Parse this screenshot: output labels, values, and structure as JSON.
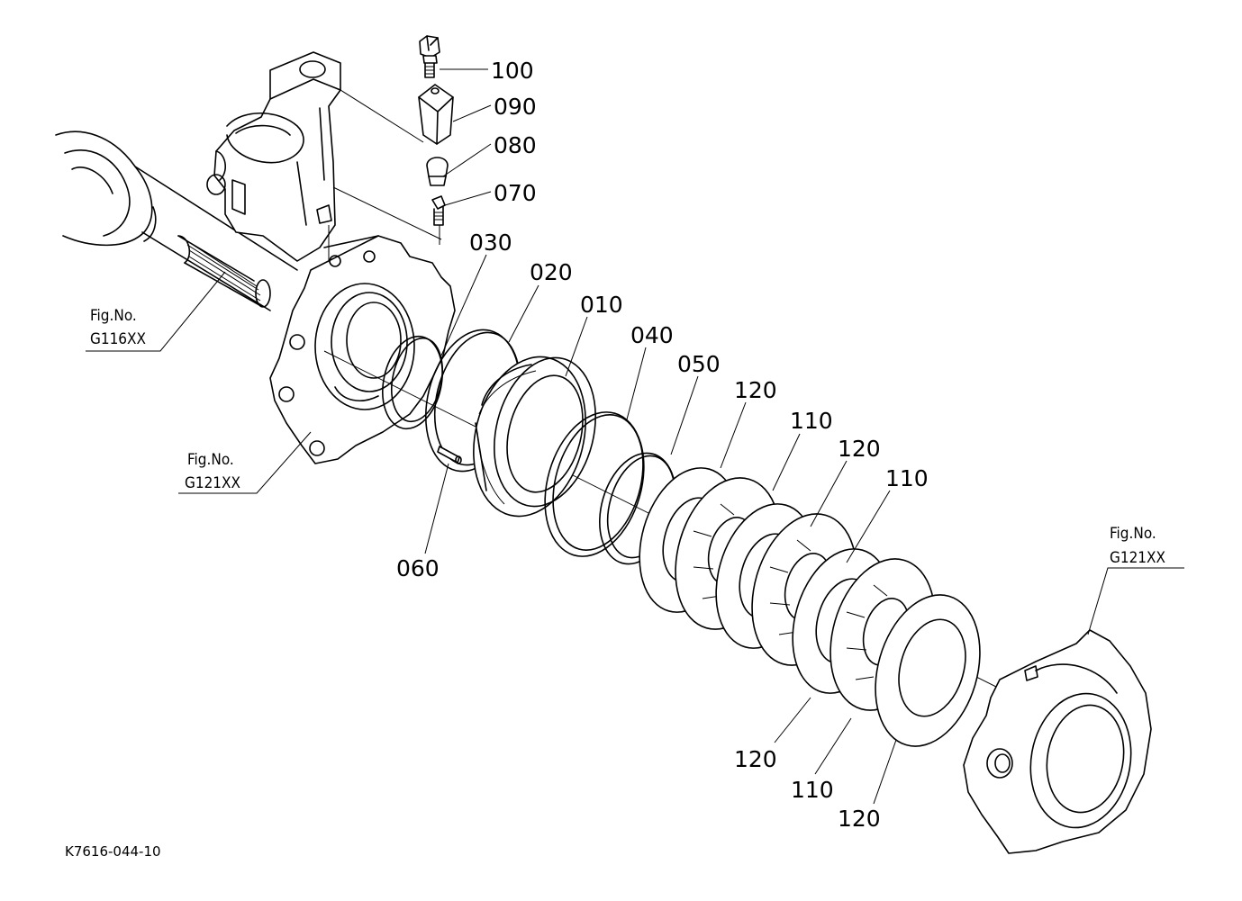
{
  "callouts": [
    {
      "id": "100",
      "text": "100"
    },
    {
      "id": "090",
      "text": "090"
    },
    {
      "id": "080",
      "text": "080"
    },
    {
      "id": "070",
      "text": "070"
    },
    {
      "id": "030",
      "text": "030"
    },
    {
      "id": "020",
      "text": "020"
    },
    {
      "id": "010",
      "text": "010"
    },
    {
      "id": "040",
      "text": "040"
    },
    {
      "id": "050",
      "text": "050"
    },
    {
      "id": "120a",
      "text": "120"
    },
    {
      "id": "110a",
      "text": "110"
    },
    {
      "id": "120b",
      "text": "120"
    },
    {
      "id": "110b",
      "text": "110"
    },
    {
      "id": "060",
      "text": "060"
    },
    {
      "id": "120c",
      "text": "120"
    },
    {
      "id": "110c",
      "text": "110"
    },
    {
      "id": "120d",
      "text": "120"
    }
  ],
  "references": [
    {
      "line1": "Fig.No.",
      "line2": "G116XX"
    },
    {
      "line1": "Fig.No.",
      "line2": "G121XX"
    },
    {
      "line1": "Fig.No.",
      "line2": "G121XX"
    }
  ],
  "drawing_code": "K7616-044-10"
}
